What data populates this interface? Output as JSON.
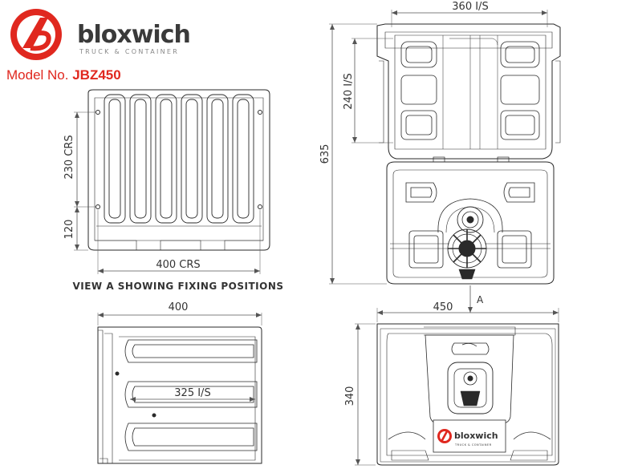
{
  "brand": {
    "name": "bloxwich",
    "tagline": "TRUCK & CONTAINER",
    "model_label": "Model No.",
    "model_number": "JBZ450",
    "red": "#e0281f"
  },
  "dimensions": {
    "top_width": "360 I/S",
    "lid_depth": "240 I/S",
    "overall_depth": "635",
    "fixing_spacing_v": "230 CRS",
    "fixing_offset": "120",
    "fixing_spacing_h": "400 CRS",
    "side_width": "400",
    "side_inner": "325 I/S",
    "front_width": "450",
    "front_height": "340"
  },
  "labels": {
    "view_a_caption": "VIEW A SHOWING FIXING POSITIONS",
    "arrow_label": "A"
  },
  "front_badge": {
    "name": "bloxwich",
    "tagline": "TRUCK & CONTAINER"
  },
  "colors": {
    "line": "#2a2a2a",
    "dim": "#555555"
  }
}
